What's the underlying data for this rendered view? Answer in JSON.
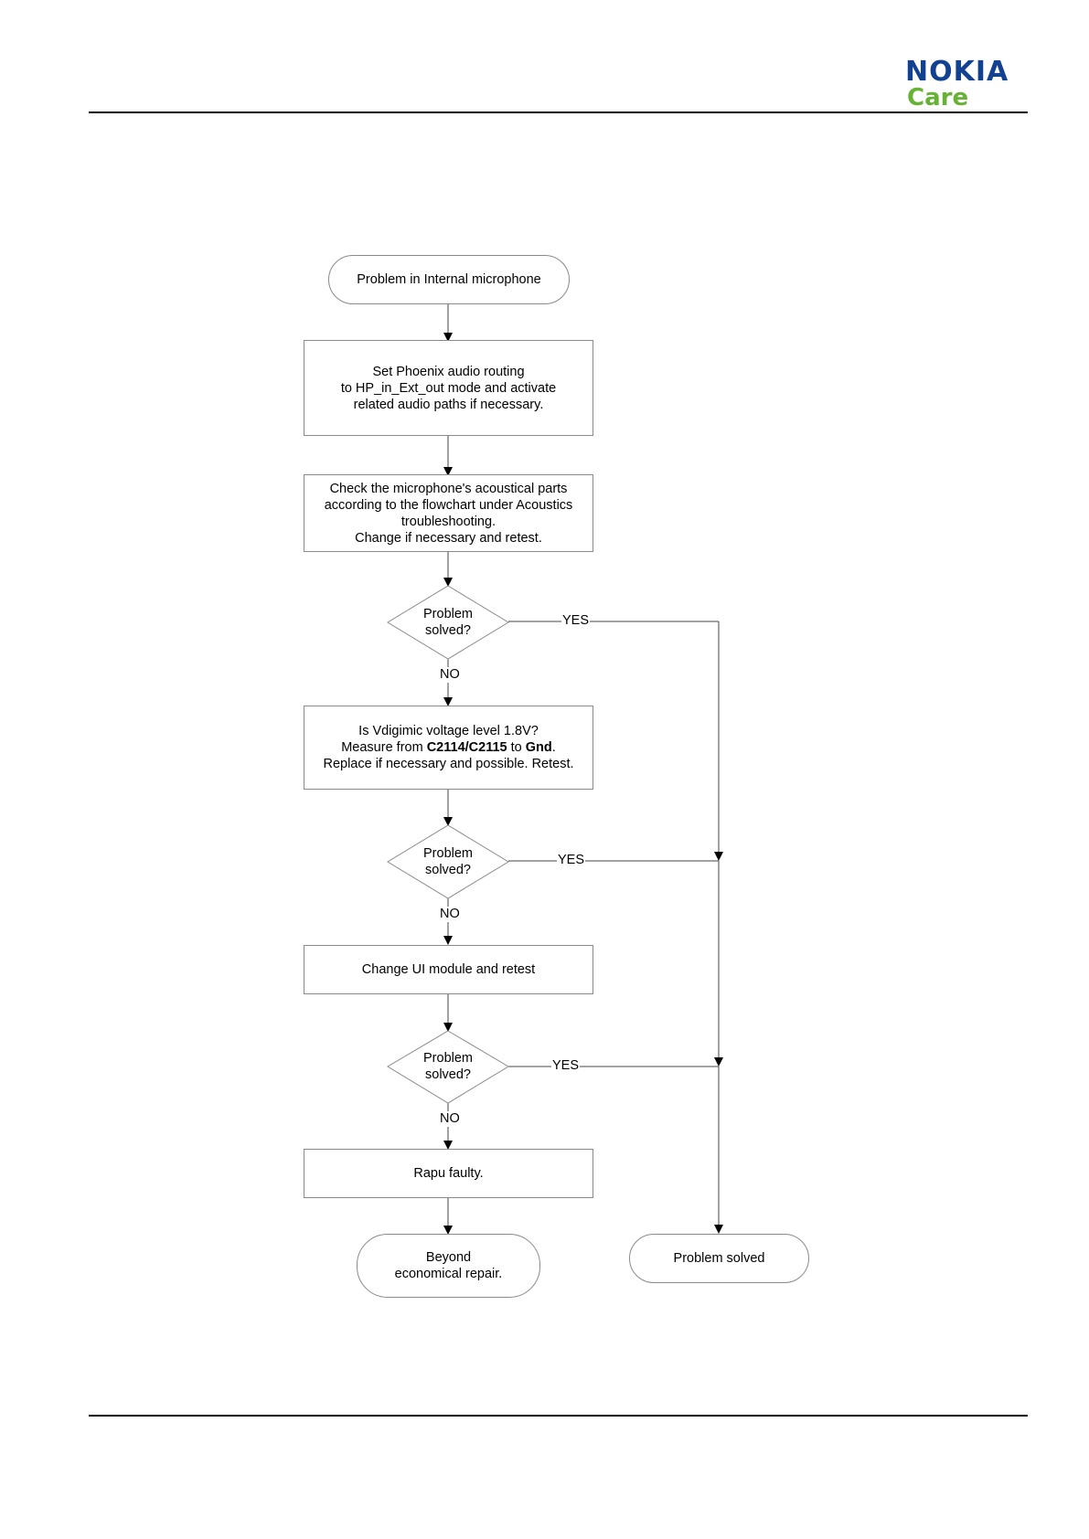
{
  "brand": {
    "name_top": "NOKIA",
    "name_bottom": "Care",
    "color_top": "#124191",
    "color_bottom": "#66b234"
  },
  "flowchart": {
    "start": "Problem in Internal microphone",
    "step1": [
      "Set Phoenix audio routing",
      "to HP_in_Ext_out mode and activate",
      "related audio paths if necessary."
    ],
    "step2": [
      "Check the microphone's acoustical parts",
      "according to the flowchart under Acoustics",
      "troubleshooting.",
      "Change if necessary and retest."
    ],
    "decision_line1": "Problem",
    "decision_line2": "solved?",
    "yes_label": "YES",
    "no_label": "NO",
    "step3": {
      "line1": "Is Vdigimic voltage level 1.8V?",
      "line2_a": "Measure from ",
      "line2_b": "C2114/C2115",
      "line2_c": " to ",
      "line2_d": "Gnd",
      "line2_e": ".",
      "line3": "Replace if necessary and possible. Retest."
    },
    "step4": "Change UI module and retest",
    "step5": "Rapu faulty.",
    "end_fail": [
      "Beyond",
      "economical repair."
    ],
    "end_ok": "Problem solved"
  }
}
